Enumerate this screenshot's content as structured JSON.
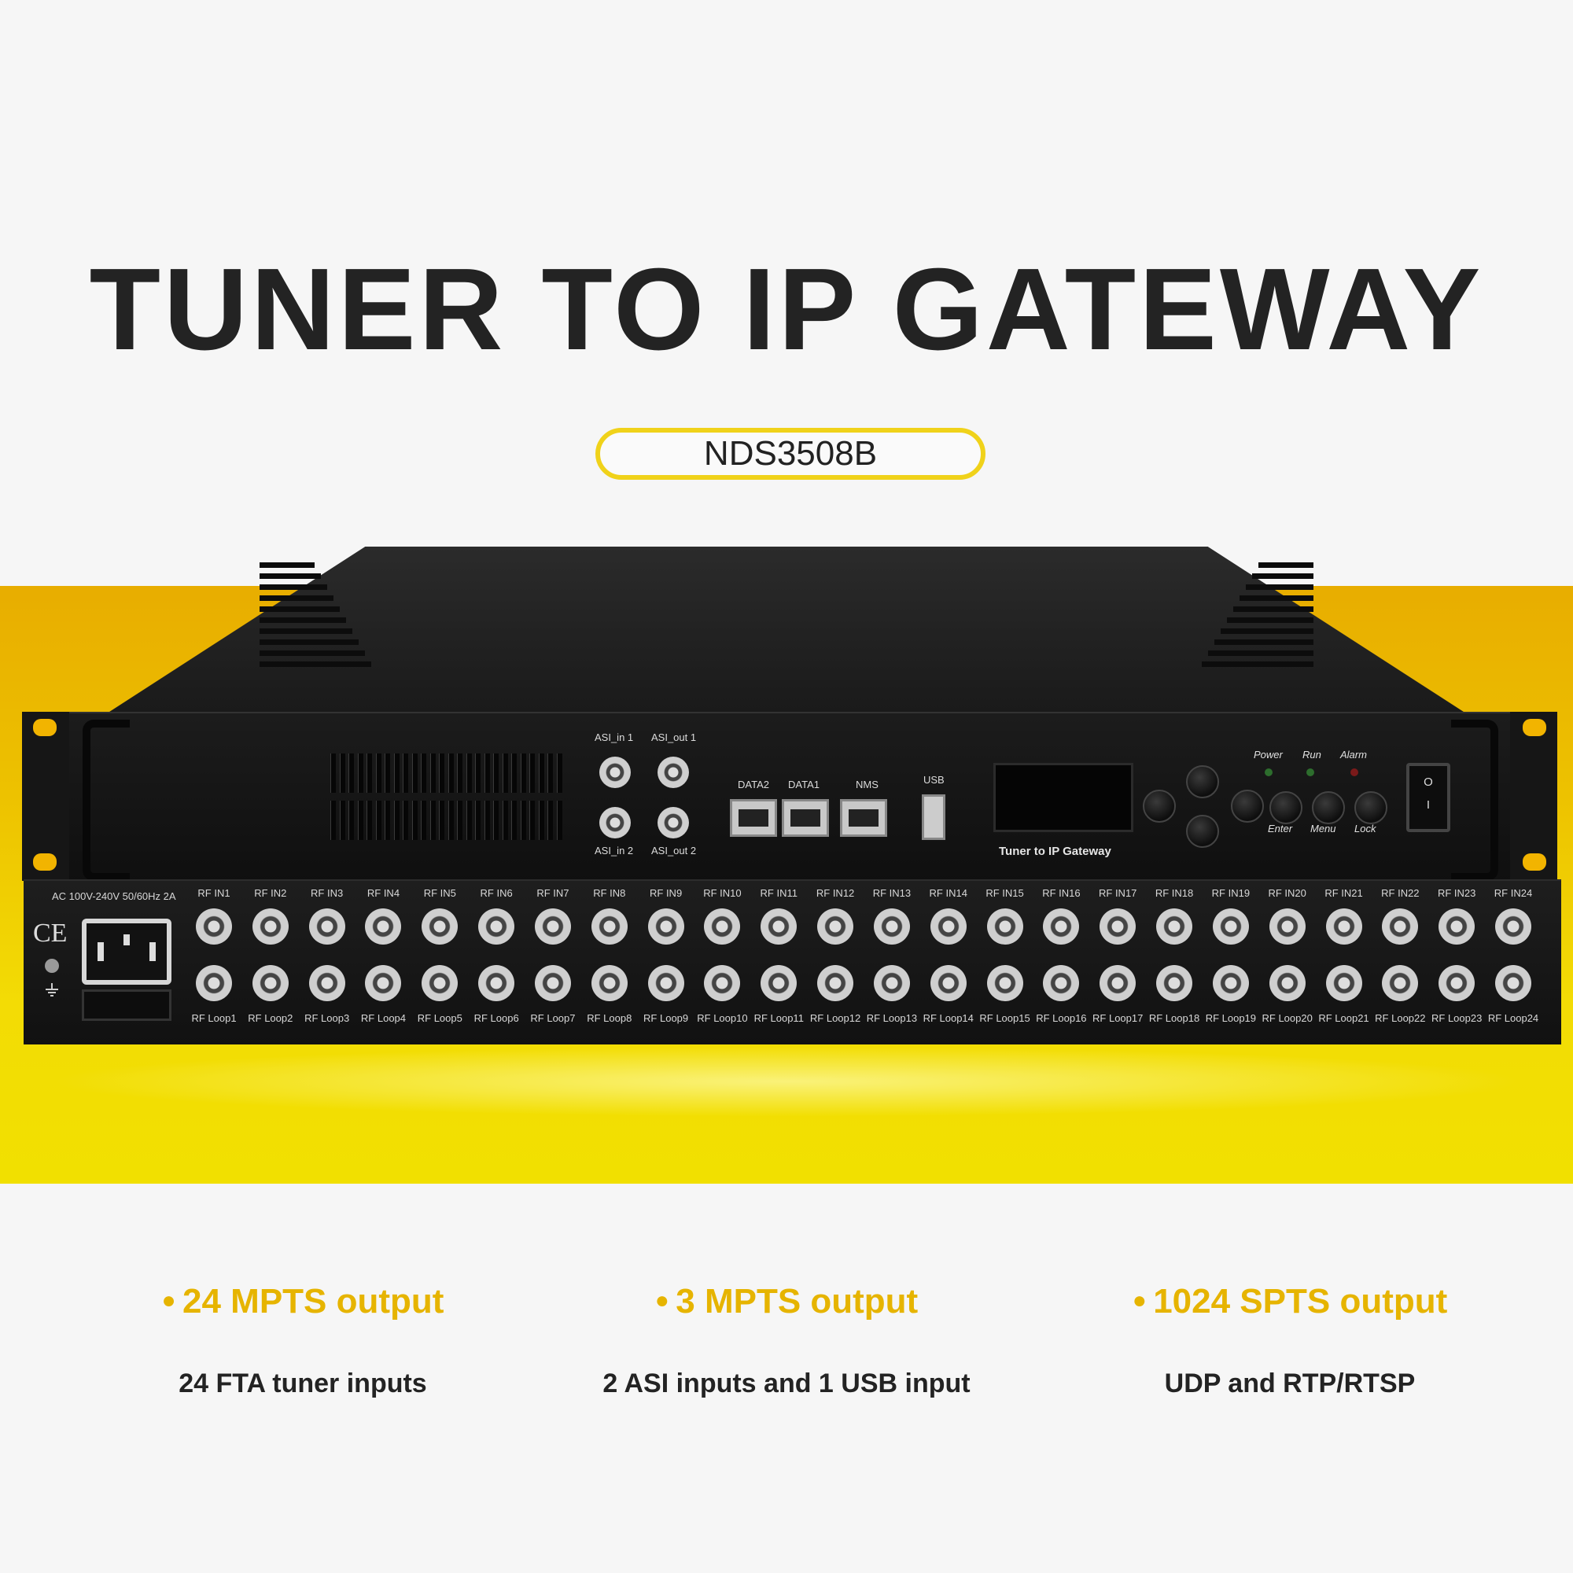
{
  "title": "TUNER TO IP GATEWAY",
  "model": "NDS3508B",
  "device": {
    "asi": {
      "in1": "ASI_in 1",
      "out1": "ASI_out 1",
      "in2": "ASI_in 2",
      "out2": "ASI_out 2"
    },
    "ports": {
      "data2": "DATA2",
      "data1": "DATA1",
      "nms": "NMS",
      "usb": "USB"
    },
    "indicators": {
      "power": "Power",
      "run": "Run",
      "alarm": "Alarm"
    },
    "buttons": {
      "enter": "Enter",
      "menu": "Menu",
      "lock": "Lock"
    },
    "front_label": "Tuner to IP Gateway",
    "power_rating": "AC 100V-240V 50/60Hz 2A",
    "ce_mark": "CE",
    "switch_marks": {
      "on": "O",
      "off": "I"
    },
    "rf_in": [
      "RF IN1",
      "RF IN2",
      "RF IN3",
      "RF IN4",
      "RF IN5",
      "RF IN6",
      "RF IN7",
      "RF IN8",
      "RF IN9",
      "RF IN10",
      "RF IN11",
      "RF IN12",
      "RF IN13",
      "RF IN14",
      "RF IN15",
      "RF IN16",
      "RF IN17",
      "RF IN18",
      "RF IN19",
      "RF IN20",
      "RF IN21",
      "RF IN22",
      "RF IN23",
      "RF IN24"
    ],
    "rf_loop": [
      "RF Loop1",
      "RF Loop2",
      "RF Loop3",
      "RF Loop4",
      "RF Loop5",
      "RF Loop6",
      "RF Loop7",
      "RF Loop8",
      "RF Loop9",
      "RF Loop10",
      "RF Loop11",
      "RF Loop12",
      "RF Loop13",
      "RF Loop14",
      "RF Loop15",
      "RF Loop16",
      "RF Loop17",
      "RF Loop18",
      "RF Loop19",
      "RF Loop20",
      "RF Loop21",
      "RF Loop22",
      "RF Loop23",
      "RF Loop24"
    ]
  },
  "features": [
    {
      "title": "24 MPTS output",
      "subtitle": "24 FTA tuner inputs"
    },
    {
      "title": "3 MPTS output",
      "subtitle": "2 ASI inputs and 1 USB input"
    },
    {
      "title": "1024 SPTS output",
      "subtitle": "UDP and RTP/RTSP"
    }
  ],
  "colors": {
    "accent_yellow": "#e6b400",
    "band_yellow": "#edc200",
    "chassis": "#1a1a1a",
    "text_dark": "#232323",
    "run_led": "#2d6d2d",
    "power_led": "#2d6d2d",
    "alarm_led": "#7a1a1a"
  },
  "icons": {
    "bullet": "filled-dot",
    "ground": "ground-icon",
    "switch": "rocker-switch"
  }
}
